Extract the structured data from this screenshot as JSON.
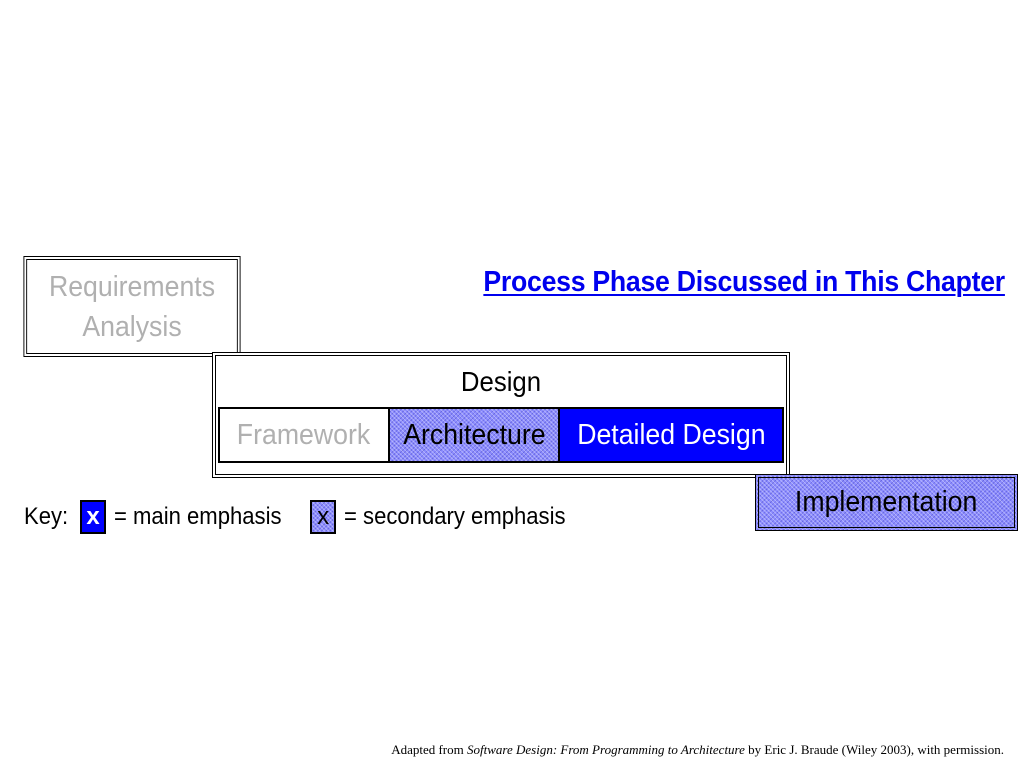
{
  "requirements": {
    "line1": "Requirements",
    "line2": "Analysis"
  },
  "title_link": "Process Phase Discussed in This Chapter",
  "design": {
    "label": "Design",
    "subphases": {
      "framework": "Framework",
      "architecture": "Architecture",
      "detailed": "Detailed Design"
    }
  },
  "implementation": "Implementation",
  "key": {
    "label": "Key:",
    "main_symbol": "x",
    "main_text": "= main emphasis",
    "secondary_symbol": "x",
    "secondary_text": "= secondary emphasis"
  },
  "credit": {
    "prefix": "Adapted from ",
    "book": "Software Design: From Programming to Architecture",
    "suffix": " by Eric J. Braude (Wiley 2003), with permission."
  },
  "colors": {
    "main_emphasis": "#0000ff",
    "secondary_emphasis": "#8c8cff",
    "inactive_text": "#b0b0b0",
    "link": "#0000ee"
  }
}
